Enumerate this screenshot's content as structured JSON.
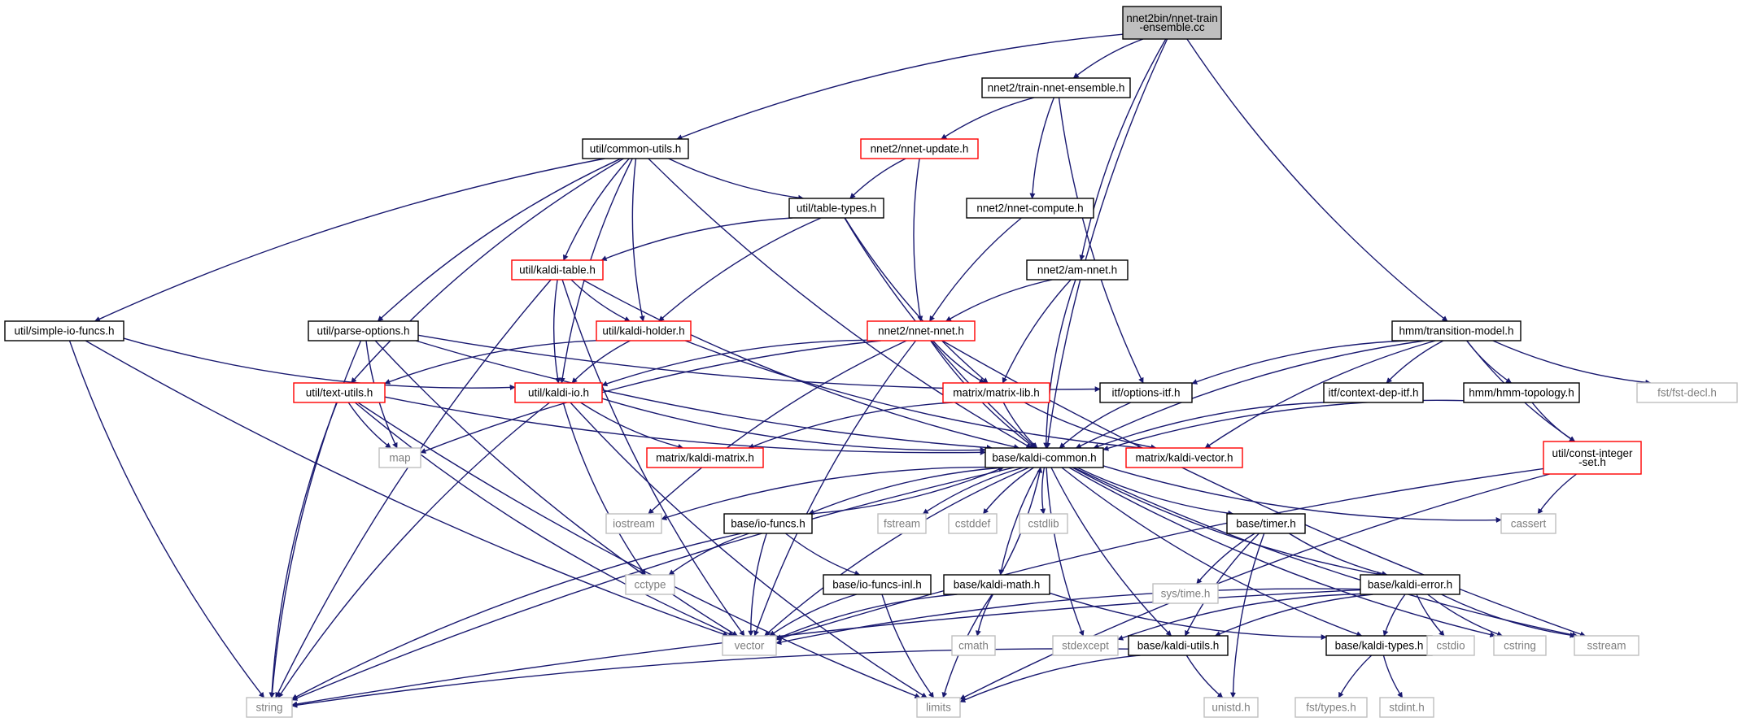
{
  "graph": {
    "kind": "include-dependency-graph",
    "colors": {
      "edge": "#191970",
      "root_fill": "#bfbfbf",
      "normal_border": "#000000",
      "truncated_border": "#ff0000",
      "system_border": "#bfbfbf",
      "system_text": "#7f7f7f"
    },
    "nodes": [
      {
        "id": "root",
        "lines": [
          "nnet2bin/nnet-train",
          "-ensemble.cc"
        ],
        "style": "root"
      },
      {
        "id": "train",
        "lines": [
          "nnet2/train-nnet-ensemble.h"
        ],
        "style": "normal"
      },
      {
        "id": "common",
        "lines": [
          "util/common-utils.h"
        ],
        "style": "normal"
      },
      {
        "id": "update",
        "lines": [
          "nnet2/nnet-update.h"
        ],
        "style": "truncated"
      },
      {
        "id": "table",
        "lines": [
          "util/table-types.h"
        ],
        "style": "normal"
      },
      {
        "id": "compute",
        "lines": [
          "nnet2/nnet-compute.h"
        ],
        "style": "normal"
      },
      {
        "id": "kaldi_table",
        "lines": [
          "util/kaldi-table.h"
        ],
        "style": "truncated"
      },
      {
        "id": "amnnet",
        "lines": [
          "nnet2/am-nnet.h"
        ],
        "style": "normal"
      },
      {
        "id": "simpleio",
        "lines": [
          "util/simple-io-funcs.h"
        ],
        "style": "normal"
      },
      {
        "id": "parse",
        "lines": [
          "util/parse-options.h"
        ],
        "style": "normal"
      },
      {
        "id": "holder",
        "lines": [
          "util/kaldi-holder.h"
        ],
        "style": "truncated"
      },
      {
        "id": "nnet",
        "lines": [
          "nnet2/nnet-nnet.h"
        ],
        "style": "truncated"
      },
      {
        "id": "transition",
        "lines": [
          "hmm/transition-model.h"
        ],
        "style": "normal"
      },
      {
        "id": "textutils",
        "lines": [
          "util/text-utils.h"
        ],
        "style": "truncated"
      },
      {
        "id": "kaldiio",
        "lines": [
          "util/kaldi-io.h"
        ],
        "style": "truncated"
      },
      {
        "id": "matrixlib",
        "lines": [
          "matrix/matrix-lib.h"
        ],
        "style": "truncated"
      },
      {
        "id": "optionsitf",
        "lines": [
          "itf/options-itf.h"
        ],
        "style": "normal"
      },
      {
        "id": "contextdep",
        "lines": [
          "itf/context-dep-itf.h"
        ],
        "style": "normal"
      },
      {
        "id": "hmmtopo",
        "lines": [
          "hmm/hmm-topology.h"
        ],
        "style": "normal"
      },
      {
        "id": "fstdecl",
        "lines": [
          "fst/fst-decl.h"
        ],
        "style": "system"
      },
      {
        "id": "map",
        "lines": [
          "map"
        ],
        "style": "system"
      },
      {
        "id": "kaldimatrix",
        "lines": [
          "matrix/kaldi-matrix.h"
        ],
        "style": "truncated"
      },
      {
        "id": "kaldicommon",
        "lines": [
          "base/kaldi-common.h"
        ],
        "style": "normal"
      },
      {
        "id": "kaldivector",
        "lines": [
          "matrix/kaldi-vector.h"
        ],
        "style": "truncated"
      },
      {
        "id": "constint",
        "lines": [
          "util/const-integer",
          "-set.h"
        ],
        "style": "truncated"
      },
      {
        "id": "iostream",
        "lines": [
          "iostream"
        ],
        "style": "system"
      },
      {
        "id": "iofuncs",
        "lines": [
          "base/io-funcs.h"
        ],
        "style": "normal"
      },
      {
        "id": "fstream",
        "lines": [
          "fstream"
        ],
        "style": "system"
      },
      {
        "id": "cstddef",
        "lines": [
          "cstddef"
        ],
        "style": "system"
      },
      {
        "id": "cstdlib",
        "lines": [
          "cstdlib"
        ],
        "style": "system"
      },
      {
        "id": "timer",
        "lines": [
          "base/timer.h"
        ],
        "style": "normal"
      },
      {
        "id": "cassert",
        "lines": [
          "cassert"
        ],
        "style": "system"
      },
      {
        "id": "cctype",
        "lines": [
          "cctype"
        ],
        "style": "system"
      },
      {
        "id": "iofuncsinl",
        "lines": [
          "base/io-funcs-inl.h"
        ],
        "style": "normal"
      },
      {
        "id": "kaldimath",
        "lines": [
          "base/kaldi-math.h"
        ],
        "style": "normal"
      },
      {
        "id": "systime",
        "lines": [
          "sys/time.h"
        ],
        "style": "system"
      },
      {
        "id": "kaldierror",
        "lines": [
          "base/kaldi-error.h"
        ],
        "style": "normal"
      },
      {
        "id": "vector",
        "lines": [
          "vector"
        ],
        "style": "system"
      },
      {
        "id": "cmath",
        "lines": [
          "cmath"
        ],
        "style": "system"
      },
      {
        "id": "stdexcept",
        "lines": [
          "stdexcept"
        ],
        "style": "system"
      },
      {
        "id": "kaldiutils",
        "lines": [
          "base/kaldi-utils.h"
        ],
        "style": "normal"
      },
      {
        "id": "kalditypes",
        "lines": [
          "base/kaldi-types.h"
        ],
        "style": "normal"
      },
      {
        "id": "cstdio",
        "lines": [
          "cstdio"
        ],
        "style": "system"
      },
      {
        "id": "cstring",
        "lines": [
          "cstring"
        ],
        "style": "system"
      },
      {
        "id": "sstream",
        "lines": [
          "sstream"
        ],
        "style": "system"
      },
      {
        "id": "string",
        "lines": [
          "string"
        ],
        "style": "system"
      },
      {
        "id": "limits",
        "lines": [
          "limits"
        ],
        "style": "system"
      },
      {
        "id": "unistd",
        "lines": [
          "unistd.h"
        ],
        "style": "system"
      },
      {
        "id": "fsttypes",
        "lines": [
          "fst/types.h"
        ],
        "style": "system"
      },
      {
        "id": "stdint",
        "lines": [
          "stdint.h"
        ],
        "style": "system"
      }
    ],
    "edges": [
      [
        "root",
        "train"
      ],
      [
        "root",
        "common"
      ],
      [
        "root",
        "amnnet"
      ],
      [
        "root",
        "kaldicommon"
      ],
      [
        "root",
        "transition"
      ],
      [
        "train",
        "update"
      ],
      [
        "train",
        "compute"
      ],
      [
        "train",
        "optionsitf"
      ],
      [
        "update",
        "table"
      ],
      [
        "update",
        "nnet"
      ],
      [
        "compute",
        "nnet"
      ],
      [
        "common",
        "simpleio"
      ],
      [
        "common",
        "parse"
      ],
      [
        "common",
        "textutils"
      ],
      [
        "common",
        "kaldi_table"
      ],
      [
        "common",
        "holder"
      ],
      [
        "common",
        "kaldiio"
      ],
      [
        "common",
        "table"
      ],
      [
        "common",
        "kaldicommon"
      ],
      [
        "table",
        "kaldi_table"
      ],
      [
        "table",
        "holder"
      ],
      [
        "table",
        "matrixlib"
      ],
      [
        "table",
        "kaldicommon"
      ],
      [
        "kaldi_table",
        "holder"
      ],
      [
        "kaldi_table",
        "kaldiio"
      ],
      [
        "kaldi_table",
        "string"
      ],
      [
        "kaldi_table",
        "vector"
      ],
      [
        "kaldi_table",
        "kaldicommon"
      ],
      [
        "holder",
        "textutils"
      ],
      [
        "holder",
        "kaldiio"
      ],
      [
        "holder",
        "kaldivector"
      ],
      [
        "amnnet",
        "nnet"
      ],
      [
        "amnnet",
        "matrixlib"
      ],
      [
        "amnnet",
        "kaldicommon"
      ],
      [
        "nnet",
        "kaldiio"
      ],
      [
        "nnet",
        "matrixlib"
      ],
      [
        "nnet",
        "kaldicommon"
      ],
      [
        "nnet",
        "map"
      ],
      [
        "nnet",
        "iostream"
      ],
      [
        "nnet",
        "sstream"
      ],
      [
        "nnet",
        "vector"
      ],
      [
        "simpleio",
        "kaldiio"
      ],
      [
        "simpleio",
        "string"
      ],
      [
        "simpleio",
        "vector"
      ],
      [
        "parse",
        "map"
      ],
      [
        "parse",
        "string"
      ],
      [
        "parse",
        "vector"
      ],
      [
        "parse",
        "optionsitf"
      ],
      [
        "parse",
        "kaldicommon"
      ],
      [
        "textutils",
        "map"
      ],
      [
        "textutils",
        "string"
      ],
      [
        "textutils",
        "vector"
      ],
      [
        "textutils",
        "limits"
      ],
      [
        "textutils",
        "kaldicommon"
      ],
      [
        "kaldiio",
        "kaldimatrix"
      ],
      [
        "kaldiio",
        "kaldicommon"
      ],
      [
        "kaldiio",
        "string"
      ],
      [
        "kaldiio",
        "limits"
      ],
      [
        "kaldiio",
        "cctype"
      ],
      [
        "matrixlib",
        "kaldimatrix"
      ],
      [
        "matrixlib",
        "kaldivector"
      ],
      [
        "matrixlib",
        "kaldicommon"
      ],
      [
        "transition",
        "optionsitf"
      ],
      [
        "transition",
        "contextdep"
      ],
      [
        "transition",
        "hmmtopo"
      ],
      [
        "transition",
        "fstdecl"
      ],
      [
        "transition",
        "kaldicommon"
      ],
      [
        "transition",
        "constint"
      ],
      [
        "transition",
        "kaldivector"
      ],
      [
        "optionsitf",
        "kaldicommon"
      ],
      [
        "contextdep",
        "kaldicommon"
      ],
      [
        "hmmtopo",
        "kaldicommon"
      ],
      [
        "hmmtopo",
        "constint"
      ],
      [
        "constint",
        "cassert"
      ],
      [
        "constint",
        "vector"
      ],
      [
        "constint",
        "limits"
      ],
      [
        "kaldicommon",
        "iostream"
      ],
      [
        "kaldicommon",
        "iofuncs"
      ],
      [
        "kaldicommon",
        "fstream"
      ],
      [
        "kaldicommon",
        "cstddef"
      ],
      [
        "kaldicommon",
        "cstdlib"
      ],
      [
        "kaldicommon",
        "timer"
      ],
      [
        "kaldicommon",
        "cassert"
      ],
      [
        "kaldicommon",
        "kaldimath"
      ],
      [
        "kaldicommon",
        "kaldierror"
      ],
      [
        "kaldicommon",
        "kaldiutils"
      ],
      [
        "kaldicommon",
        "kalditypes"
      ],
      [
        "kaldicommon",
        "cstring"
      ],
      [
        "kaldicommon",
        "sstream"
      ],
      [
        "kaldicommon",
        "stdexcept"
      ],
      [
        "kaldicommon",
        "string"
      ],
      [
        "kaldicommon",
        "vector"
      ],
      [
        "iofuncs",
        "kaldicommon"
      ],
      [
        "iofuncs",
        "iofuncsinl"
      ],
      [
        "iofuncs",
        "cctype"
      ],
      [
        "iofuncs",
        "vector"
      ],
      [
        "iofuncs",
        "string"
      ],
      [
        "iofuncsinl",
        "vector"
      ],
      [
        "iofuncsinl",
        "limits"
      ],
      [
        "kaldimath",
        "kaldicommon"
      ],
      [
        "kaldimath",
        "vector"
      ],
      [
        "kaldimath",
        "cmath"
      ],
      [
        "kaldimath",
        "limits"
      ],
      [
        "kaldimath",
        "kalditypes"
      ],
      [
        "timer",
        "systime"
      ],
      [
        "timer",
        "kaldiutils"
      ],
      [
        "timer",
        "kaldierror"
      ],
      [
        "timer",
        "unistd"
      ],
      [
        "kaldierror",
        "kaldiutils"
      ],
      [
        "kaldierror",
        "kalditypes"
      ],
      [
        "kaldierror",
        "vector"
      ],
      [
        "kaldierror",
        "stdexcept"
      ],
      [
        "kaldierror",
        "cstdio"
      ],
      [
        "kaldierror",
        "cstring"
      ],
      [
        "kaldierror",
        "sstream"
      ],
      [
        "kaldierror",
        "string"
      ],
      [
        "kaldiutils",
        "string"
      ],
      [
        "kaldiutils",
        "limits"
      ],
      [
        "kaldiutils",
        "unistd"
      ],
      [
        "kalditypes",
        "fsttypes"
      ],
      [
        "kalditypes",
        "stdint"
      ]
    ]
  }
}
